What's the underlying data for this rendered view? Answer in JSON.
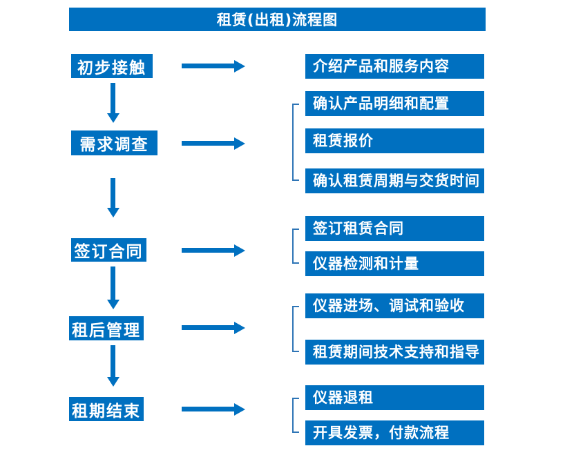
{
  "title": "租赁(出租)流程图",
  "colors": {
    "primary": "#0070C0",
    "bracket": "#2E75B6",
    "text_on_primary": "#FFFFFF",
    "background": "#FFFFFF"
  },
  "steps": [
    {
      "label": "初步接触",
      "children": [
        "介绍产品和服务内容"
      ]
    },
    {
      "label": "需求调查",
      "children": [
        "确认产品明细和配置",
        "租赁报价",
        "确认租赁周期与交货时间"
      ]
    },
    {
      "label": "签订合同",
      "children": [
        "签订租赁合同",
        "仪器检测和计量"
      ]
    },
    {
      "label": "租后管理",
      "children": [
        "仪器进场、调试和验收",
        "租赁期间技术支持和指导"
      ]
    },
    {
      "label": "租期结束",
      "children": [
        "仪器退租",
        "开具发票，付款流程"
      ]
    }
  ]
}
